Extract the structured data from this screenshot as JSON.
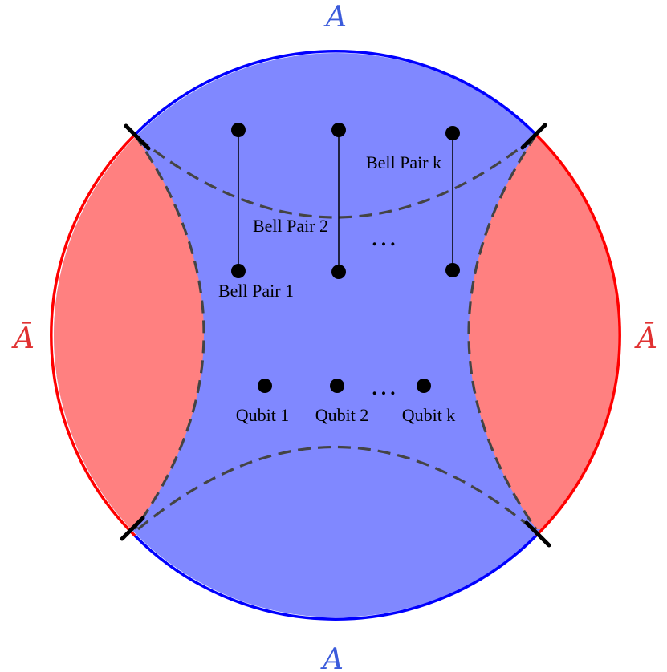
{
  "labels": {
    "top_region": "A",
    "bottom_region": "A",
    "left_region": "Ā",
    "right_region": "Ā"
  },
  "bell_pairs": [
    {
      "label": "Bell Pair 1"
    },
    {
      "label": "Bell Pair 2"
    },
    {
      "label": "Bell Pair k"
    }
  ],
  "bell_ellipsis": "…",
  "qubits": [
    {
      "label": "Qubit 1"
    },
    {
      "label": "Qubit 2"
    },
    {
      "label": "Qubit k"
    }
  ],
  "qubit_ellipsis": "…",
  "colors": {
    "region_a_fill": "#8088ff",
    "region_a_border": "#0000ff",
    "region_abar_fill": "#ff8080",
    "region_abar_border": "#ff0000",
    "label_a": "#3b5bdb",
    "label_abar": "#e03131",
    "rt_surface": "#444444"
  }
}
